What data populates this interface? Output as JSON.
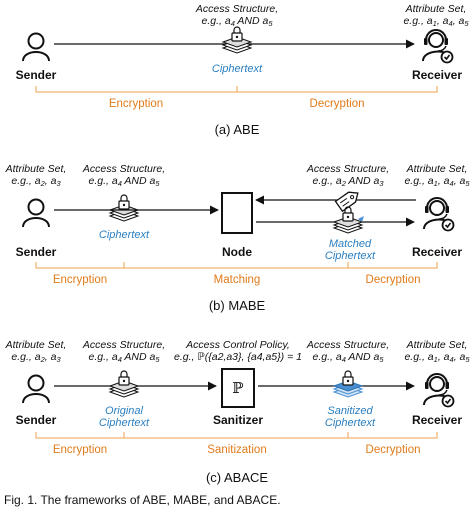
{
  "panel_a": {
    "top_center": [
      "Access Structure,",
      "e.g., a",
      "4",
      " AND a",
      "5"
    ],
    "top_right": [
      "Attribute Set,",
      "e.g., a",
      "1",
      ", a",
      "4",
      ", a",
      "5"
    ],
    "sender": "Sender",
    "receiver": "Receiver",
    "ciphertext": "Ciphertext",
    "phases": [
      "Encryption",
      "Decryption"
    ],
    "caption": "(a) ABE"
  },
  "panel_b": {
    "top_left": [
      "Attribute Set,",
      "e.g., a",
      "2",
      ", a",
      "3"
    ],
    "top_center": [
      "Access Structure,",
      "e.g., a",
      "4",
      " AND a",
      "5"
    ],
    "top_mid_right": [
      "Access Structure,",
      "e.g., a",
      "2",
      " AND a",
      "3"
    ],
    "top_right": [
      "Attribute Set,",
      "e.g., a",
      "1",
      ", a",
      "4",
      ", a",
      "5"
    ],
    "sender": "Sender",
    "node": "Node",
    "receiver": "Receiver",
    "ciphertext": "Ciphertext",
    "matched": [
      "Matched",
      "Ciphertext"
    ],
    "phases": [
      "Encryption",
      "Matching",
      "Decryption"
    ],
    "caption": "(b) MABE"
  },
  "panel_c": {
    "top_left": [
      "Attribute Set,",
      "e.g., a",
      "2",
      ", a",
      "3"
    ],
    "top_center": [
      "Access Structure,",
      "e.g., a",
      "4",
      " AND a",
      "5"
    ],
    "policy_title": "Access Control Policy,",
    "policy_expr": "e.g., ℙ({a2,a3}, {a4,a5}) = 1",
    "top_mid_right": [
      "Access Structure,",
      "e.g., a",
      "4",
      " AND a",
      "5"
    ],
    "top_right": [
      "Attribute Set,",
      "e.g., a",
      "1",
      ", a",
      "4",
      ", a",
      "5"
    ],
    "sender": "Sender",
    "sanitizer": "Sanitizer",
    "sanitizer_symbol": "ℙ",
    "receiver": "Receiver",
    "original": [
      "Original",
      "Ciphertext"
    ],
    "sanitized": [
      "Sanitized",
      "Ciphertext"
    ],
    "phases": [
      "Encryption",
      "Sanitization",
      "Decryption"
    ],
    "caption": "(c) ABACE"
  },
  "footer": "Fig. 1. The frameworks of ABE, MABE, and ABACE.",
  "colors": {
    "phase": "#e07b1a",
    "ciphertext": "#2a7fc0",
    "sanitized_lock": "#4a90d0"
  },
  "icons": [
    "user-icon",
    "headset-user-icon",
    "lock-stack-icon",
    "tag-icon",
    "node-box",
    "sanitizer-box"
  ]
}
